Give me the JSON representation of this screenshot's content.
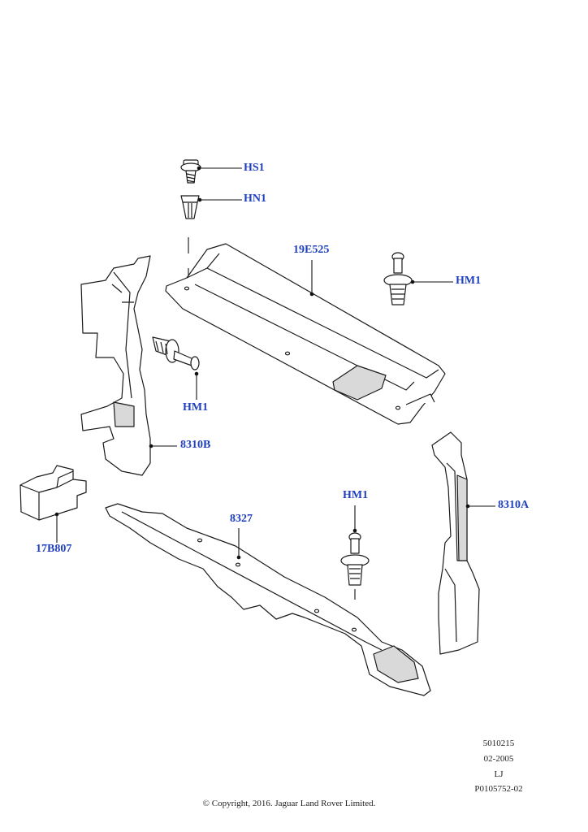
{
  "diagram": {
    "callouts": {
      "hs1": "HS1",
      "hn1": "HN1",
      "p19e525": "19E525",
      "hm1_top_right": "HM1",
      "hm1_left": "HM1",
      "p8310b": "8310B",
      "p17b807": "17B807",
      "p8327": "8327",
      "hm1_bottom": "HM1",
      "p8310a": "8310A"
    },
    "callout_color": "#1f3fbf",
    "meta": {
      "line1": "5010215",
      "line2": "02-2005",
      "line3": "LJ",
      "line4": "P0105752-02"
    },
    "copyright": "© Copyright, 2016. Jaguar Land Rover Limited."
  }
}
